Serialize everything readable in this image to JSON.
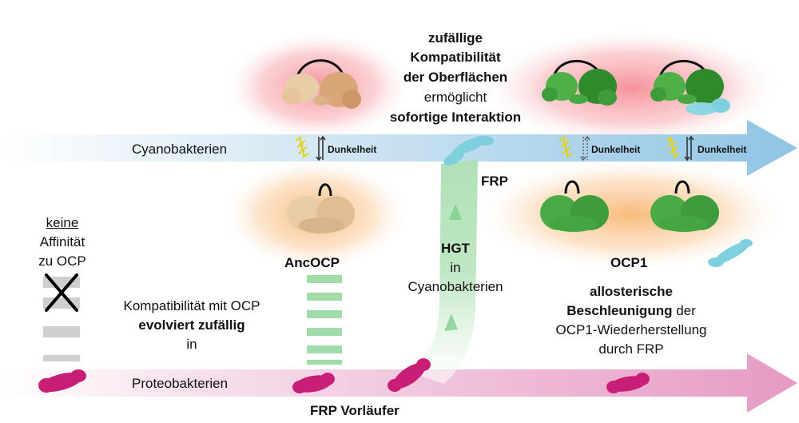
{
  "tracks": {
    "cyano_label": "Cyanobakterien",
    "proteo_label": "Proteobakterien"
  },
  "top_text": {
    "line1": "zufällige",
    "line2": "Kompatibilität",
    "line3": "der Oberflächen",
    "line4": "ermöglicht",
    "line5": "sofortige Interaktion"
  },
  "dark_label": "Dunkelheit",
  "frp_label": "FRP",
  "ancocp_label": "AncOCP",
  "ocp1_label": "OCP1",
  "hgt": {
    "line1": "HGT",
    "line2": "in",
    "line3": "Cyanobakterien"
  },
  "no_affinity": {
    "line1": "keine",
    "line2": "Affinität",
    "line3": "zu OCP"
  },
  "compat": {
    "line1": "Kompatibilität mit OCP",
    "line2": "evolviert zufällig",
    "line3": "in"
  },
  "allo": {
    "line1": "allosterische",
    "line2_bold": "Beschleunigung",
    "line2_rest": " der",
    "line3": "OCP1-Wiederherstellung",
    "line4": "durch FRP"
  },
  "frp_precursor_label": "FRP Vorläufer",
  "colors": {
    "cyano_arrow": "#9ccbe6",
    "proteo_arrow": "#e9a6cc",
    "red_glow": "#f7a3a8",
    "orange_glow": "#f9c58e",
    "tan_protein": "#e6c49c",
    "green_protein": "#3f9c3c",
    "cyan_frp": "#7fd0de",
    "magenta_frp": "#c81e78",
    "hgt_green": "#9fd9a6",
    "grey_bar": "#cfcfcf"
  }
}
